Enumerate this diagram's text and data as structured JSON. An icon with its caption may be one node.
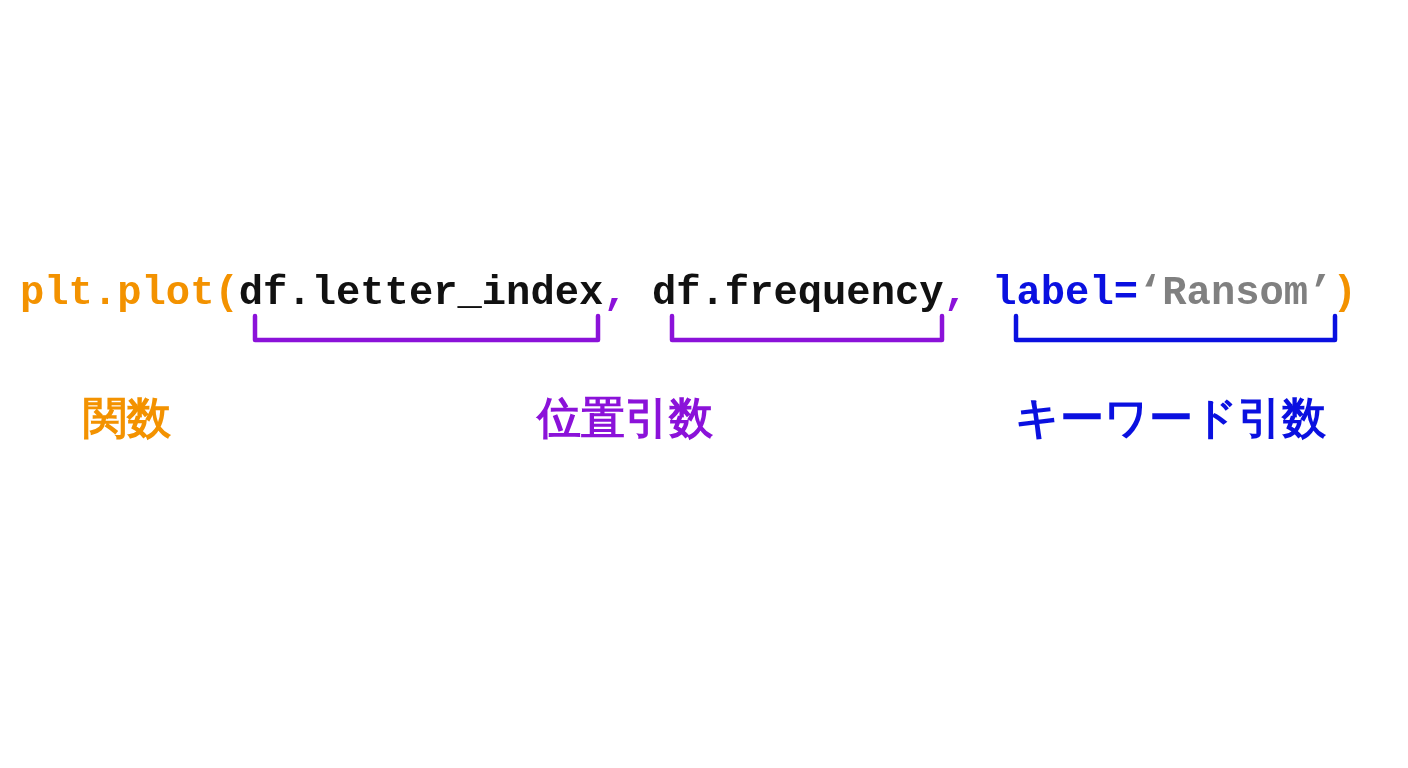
{
  "diagram": {
    "labels": [
      "plt.plot(",
      "df.letter_index",
      ",",
      "df.frequency",
      ",",
      "label=",
      "‘Ransom’",
      ")",
      "関数",
      "位置引数",
      "キーワード引数"
    ]
  }
}
